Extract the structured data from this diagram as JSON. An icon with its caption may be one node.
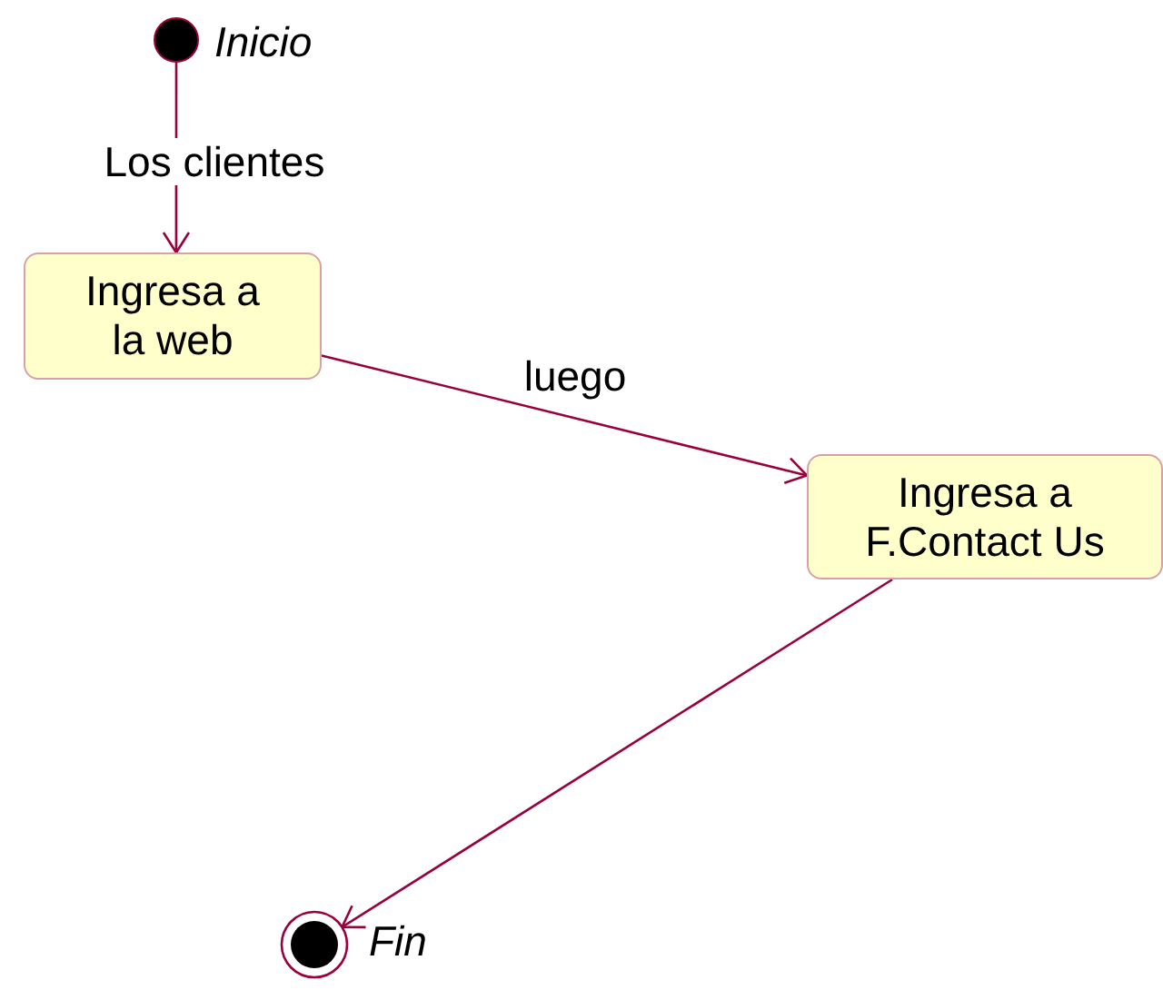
{
  "diagram": {
    "nodes": [
      {
        "text": [],
        "shape": "circle",
        "beside": [
          "Inicio"
        ]
      },
      {
        "text": [
          "Ingresa a la web"
        ]
      },
      {
        "text": [
          "Ingresa a F.Contact Us"
        ]
      },
      {
        "text": [],
        "shape": "bullseye",
        "beside": [
          "Fin"
        ]
      }
    ],
    "edges": [
      {
        "from": 0,
        "to": 1,
        "label": "Los clientes",
        "arrow": "to"
      },
      {
        "from": 1,
        "to": 2,
        "label": "luego",
        "arrow": "to"
      },
      {
        "from": 2,
        "to": 3,
        "arrow": "to"
      }
    ]
  }
}
